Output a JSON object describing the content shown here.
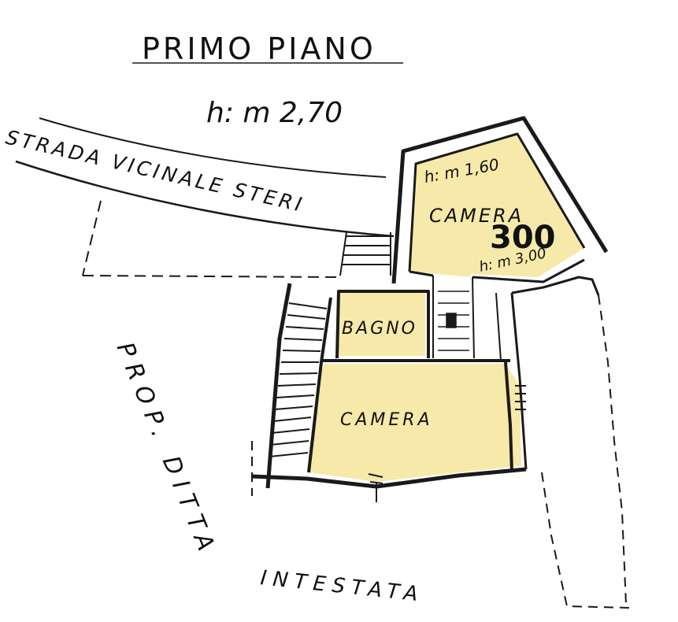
{
  "title": "PRIMO PIANO",
  "height_note": "h: m 2,70",
  "road_label": "STRADA VICINALE STERI",
  "neighbour_label_line1": "PROP. DITTA",
  "neighbour_label_line2": "INTESTATA",
  "rooms": {
    "camera_upper": {
      "label": "CAMERA",
      "height_note": "h: m 1,60",
      "height_note_low": "h: m 3,00",
      "overwrite": "300"
    },
    "bagno": {
      "label": "BAGNO"
    },
    "camera_lower": {
      "label": "CAMERA"
    }
  },
  "colors": {
    "room_fill": "#f7e9aa",
    "ink": "#111111",
    "wall_ink": "#1a1a1a"
  }
}
